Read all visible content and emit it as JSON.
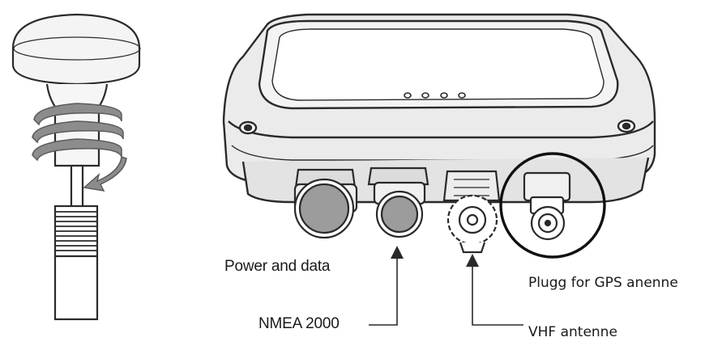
{
  "labels": {
    "power_data": "Power and data",
    "nmea": "NMEA 2000",
    "gps": "Plugg for GPS anenne",
    "vhf": "VHF antenne"
  },
  "colors": {
    "line": "#2a2a2a",
    "body_fill": "#ededed",
    "shade_fill": "#d4d4d4",
    "arrow_fill": "#8c8c8c",
    "text": "#1a1a1a"
  },
  "icons": [
    "gps-antenna-icon",
    "screw-direction-arrow-icon",
    "device-housing-icon",
    "connector-icon",
    "highlight-circle-icon"
  ]
}
